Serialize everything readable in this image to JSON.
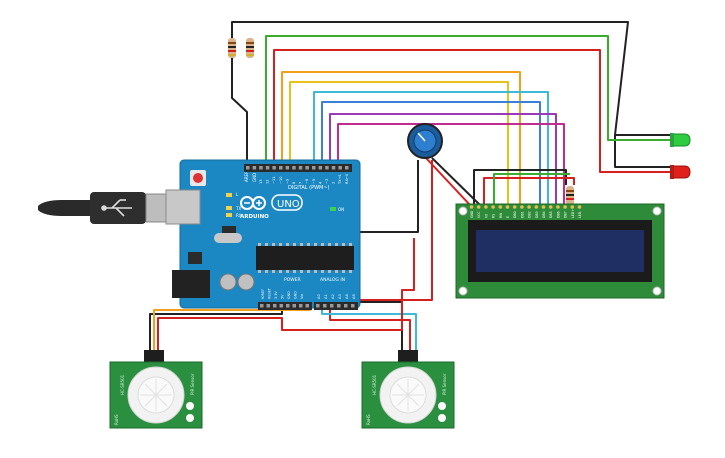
{
  "arduino": {
    "brand_label": "ARDUINO",
    "model_label": "UNO",
    "digital_header_label": "DIGITAL (PWM~)",
    "power_header_label": "POWER",
    "analog_header_label": "ANALOG IN",
    "on_label": "ON",
    "l_label": "L",
    "tx_label": "TX",
    "rx_label": "RX",
    "aref_label": "AREF",
    "gnd_label": "GND",
    "digital_pins": [
      "13",
      "12",
      "~11",
      "~10",
      "~9",
      "8",
      "7",
      "~6",
      "~5",
      "4",
      "~3",
      "2",
      "TX→1",
      "RX←0"
    ],
    "power_pins": [
      "IOREF",
      "RESET",
      "3.3V",
      "5V",
      "GND",
      "GND",
      "Vin"
    ],
    "analog_pins": [
      "A0",
      "A1",
      "A2",
      "A3",
      "A4",
      "A5"
    ]
  },
  "pir_sensors": [
    {
      "id": "pir-1",
      "model_label": "HC-SR501",
      "side_label": "PIR Sensor",
      "sub_label": "RoHS"
    },
    {
      "id": "pir-2",
      "model_label": "HC-SR501",
      "side_label": "PIR Sensor",
      "sub_label": "RoHS"
    }
  ],
  "lcd": {
    "pins": [
      "GND",
      "VCC",
      "V0",
      "RS",
      "RW",
      "E",
      "DB0",
      "DB1",
      "DB2",
      "DB3",
      "DB4",
      "DB5",
      "DB6",
      "DB7",
      "LED+",
      "LED-"
    ]
  },
  "leds": [
    {
      "id": "green-led",
      "color": "#2ecc40"
    },
    {
      "id": "red-led",
      "color": "#e0201b"
    }
  ],
  "colors": {
    "board": "#1b88c4",
    "board_dark": "#136a9a",
    "lcd_pcb": "#2e8b3a",
    "lcd_screen": "#1f2e63",
    "pir_pcb": "#2a8f3f",
    "wire_black": "#222222",
    "wire_red": "#d62020",
    "wire_green": "#3aad2e",
    "wire_orange": "#f0a01c",
    "wire_yellow": "#e8c21a",
    "wire_cyan": "#3fb9d8",
    "wire_blue": "#3b7fd8",
    "wire_purple": "#9a3ab8",
    "wire_magenta": "#c02d8e"
  }
}
